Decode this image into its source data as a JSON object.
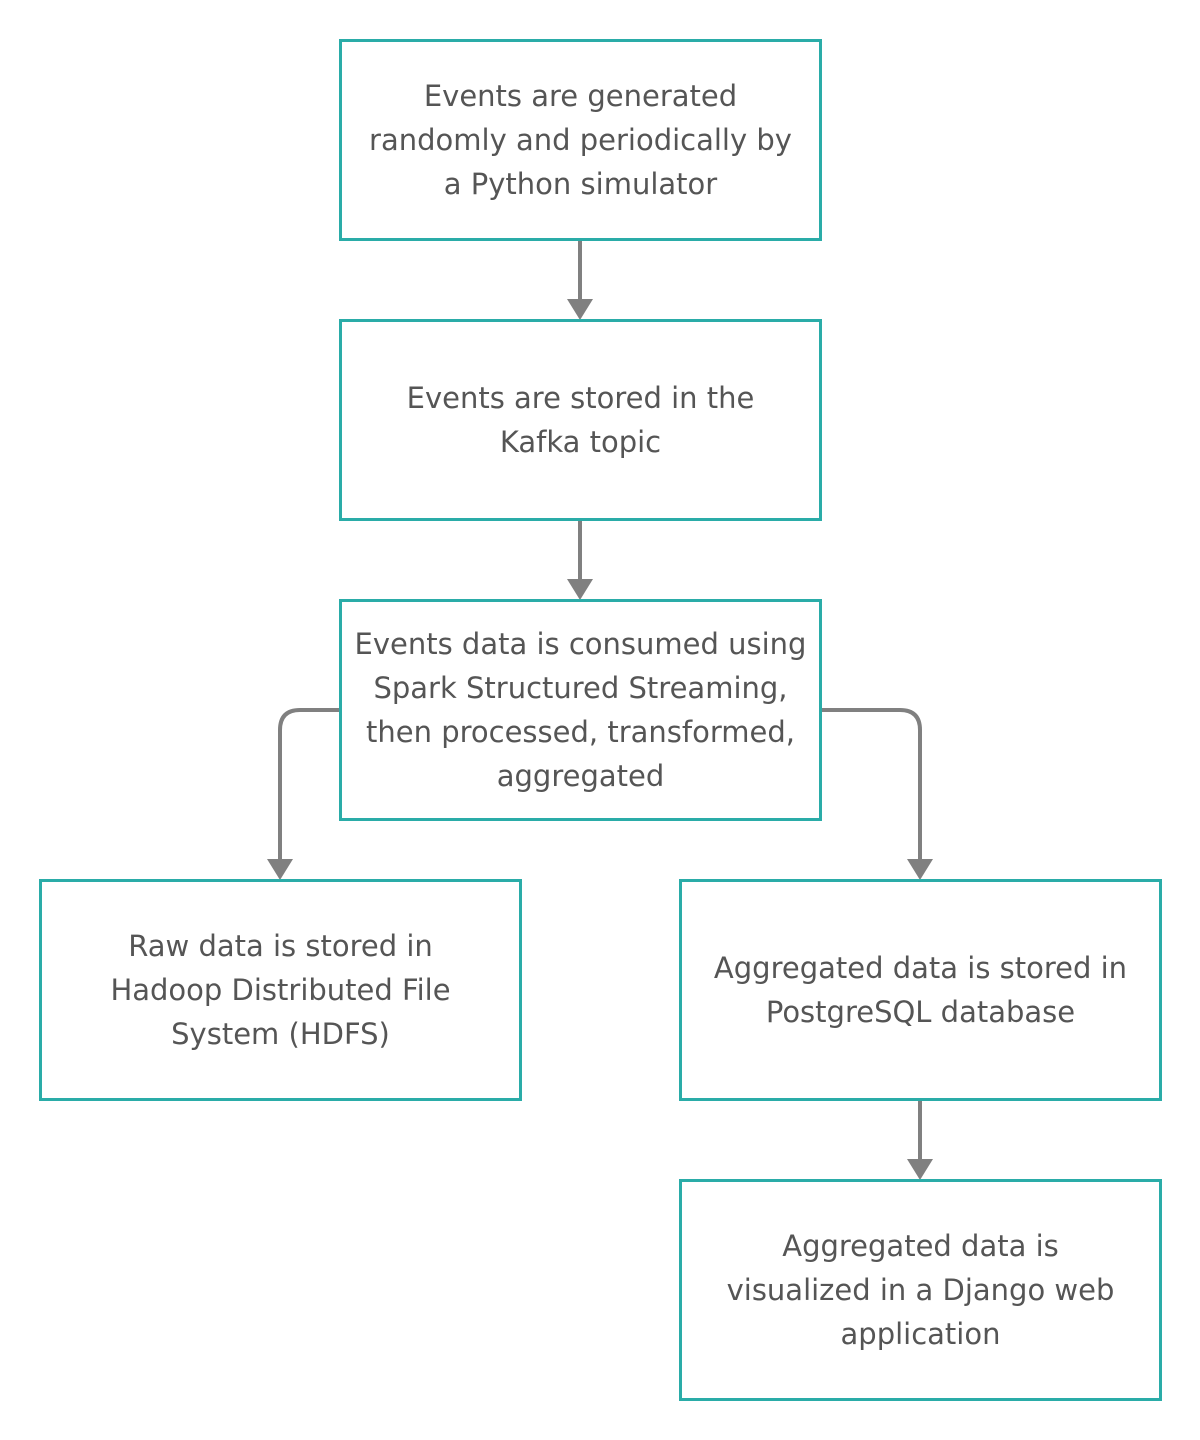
{
  "diagram": {
    "nodes": [
      {
        "id": "n1",
        "label": "Events are generated randomly and periodically by a Python simulator"
      },
      {
        "id": "n2",
        "label": "Events are stored in the Kafka topic"
      },
      {
        "id": "n3",
        "label": "Events data is consumed using Spark Structured Streaming, then processed, transformed, aggregated"
      },
      {
        "id": "n4",
        "label": "Raw data is stored in Hadoop Distributed File System (HDFS)"
      },
      {
        "id": "n5",
        "label": "Aggregated data is stored in PostgreSQL database"
      },
      {
        "id": "n6",
        "label": "Aggregated data is visualized in a Django web application"
      }
    ],
    "edges": [
      {
        "from": "n1",
        "to": "n2"
      },
      {
        "from": "n2",
        "to": "n3"
      },
      {
        "from": "n3",
        "to": "n4"
      },
      {
        "from": "n3",
        "to": "n5"
      },
      {
        "from": "n5",
        "to": "n6"
      }
    ],
    "colors": {
      "box_border": "#2aaca8",
      "connector": "#808080",
      "text": "#555555"
    }
  }
}
